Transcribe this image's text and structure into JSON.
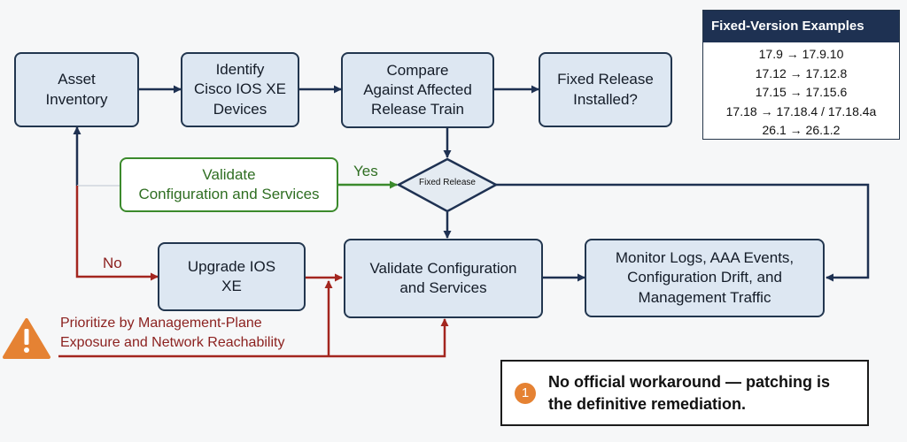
{
  "nodes": {
    "asset_inventory": "Asset\nInventory",
    "identify_devices": "Identify\nCisco IOS XE\nDevices",
    "compare_release": "Compare\nAgainst Affected\nRelease Train",
    "fixed_installed": "Fixed Release\nInstalled?",
    "validate_config_green": "Validate\nConfiguration and Services",
    "decision": "Fixed Release",
    "upgrade": "Upgrade IOS\nXE",
    "validate_config": "Validate Configuration\nand Services",
    "monitor": "Monitor Logs, AAA Events,\nConfiguration Drift, and\nManagement Traffic"
  },
  "edge_labels": {
    "yes": "Yes",
    "no": "No"
  },
  "prioritize_text": "Prioritize by Management-Plane\nExposure and Network Reachability",
  "legend": {
    "title": "Fixed-Version Examples",
    "rows": [
      "17.9 → 17.9.10",
      "17.12 → 17.12.8",
      "17.15 → 17.15.6",
      "17.18 → 17.18.4 / 17.18.4a",
      "26.1 → 26.1.2"
    ]
  },
  "note": {
    "badge": "1",
    "text": "No official workaround — patching is\nthe definitive remediation."
  },
  "colors": {
    "navy": "#1e3152",
    "red": "#a3261f",
    "green": "#3b8a2c",
    "orange": "#e58233"
  }
}
